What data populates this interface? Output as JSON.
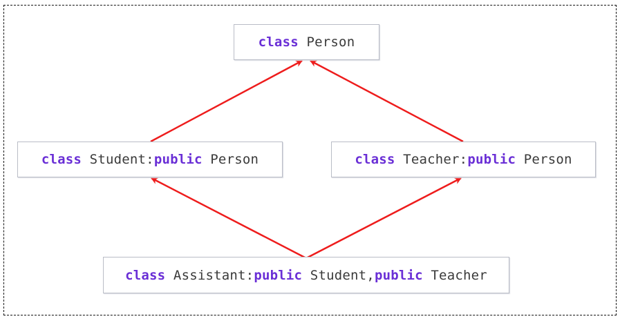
{
  "diagram": {
    "type": "class-inheritance",
    "nodes": [
      {
        "id": "person",
        "parts": [
          {
            "kw": "class"
          },
          {
            "t": " Person"
          }
        ]
      },
      {
        "id": "student",
        "parts": [
          {
            "kw": "class"
          },
          {
            "t": " Student:"
          },
          {
            "kw": "public"
          },
          {
            "t": " Person"
          }
        ]
      },
      {
        "id": "teacher",
        "parts": [
          {
            "kw": "class"
          },
          {
            "t": " Teacher:"
          },
          {
            "kw": "public"
          },
          {
            "t": " Person"
          }
        ]
      },
      {
        "id": "assistant",
        "parts": [
          {
            "kw": "class"
          },
          {
            "t": " Assistant:"
          },
          {
            "kw": "public"
          },
          {
            "t": " Student,"
          },
          {
            "kw": "public"
          },
          {
            "t": " Teacher"
          }
        ]
      }
    ],
    "edges": [
      {
        "from": "student",
        "to": "person"
      },
      {
        "from": "teacher",
        "to": "person"
      },
      {
        "from": "assistant",
        "to": "student"
      },
      {
        "from": "assistant",
        "to": "teacher"
      }
    ],
    "colors": {
      "keyword": "#6a2fd6",
      "text": "#3a3a3a",
      "arrow": "#ee1c1c",
      "box_border": "#b9bcc6"
    }
  },
  "labels": {
    "person": {
      "k1": "class",
      "t1": " Person"
    },
    "student": {
      "k1": "class",
      "t1": " Student:",
      "k2": "public",
      "t2": " Person"
    },
    "teacher": {
      "k1": "class",
      "t1": " Teacher:",
      "k2": "public",
      "t2": " Person"
    },
    "assistant": {
      "k1": "class",
      "t1": " Assistant:",
      "k2": "public",
      "t2": " Student,",
      "k3": "public",
      "t3": " Teacher"
    }
  }
}
